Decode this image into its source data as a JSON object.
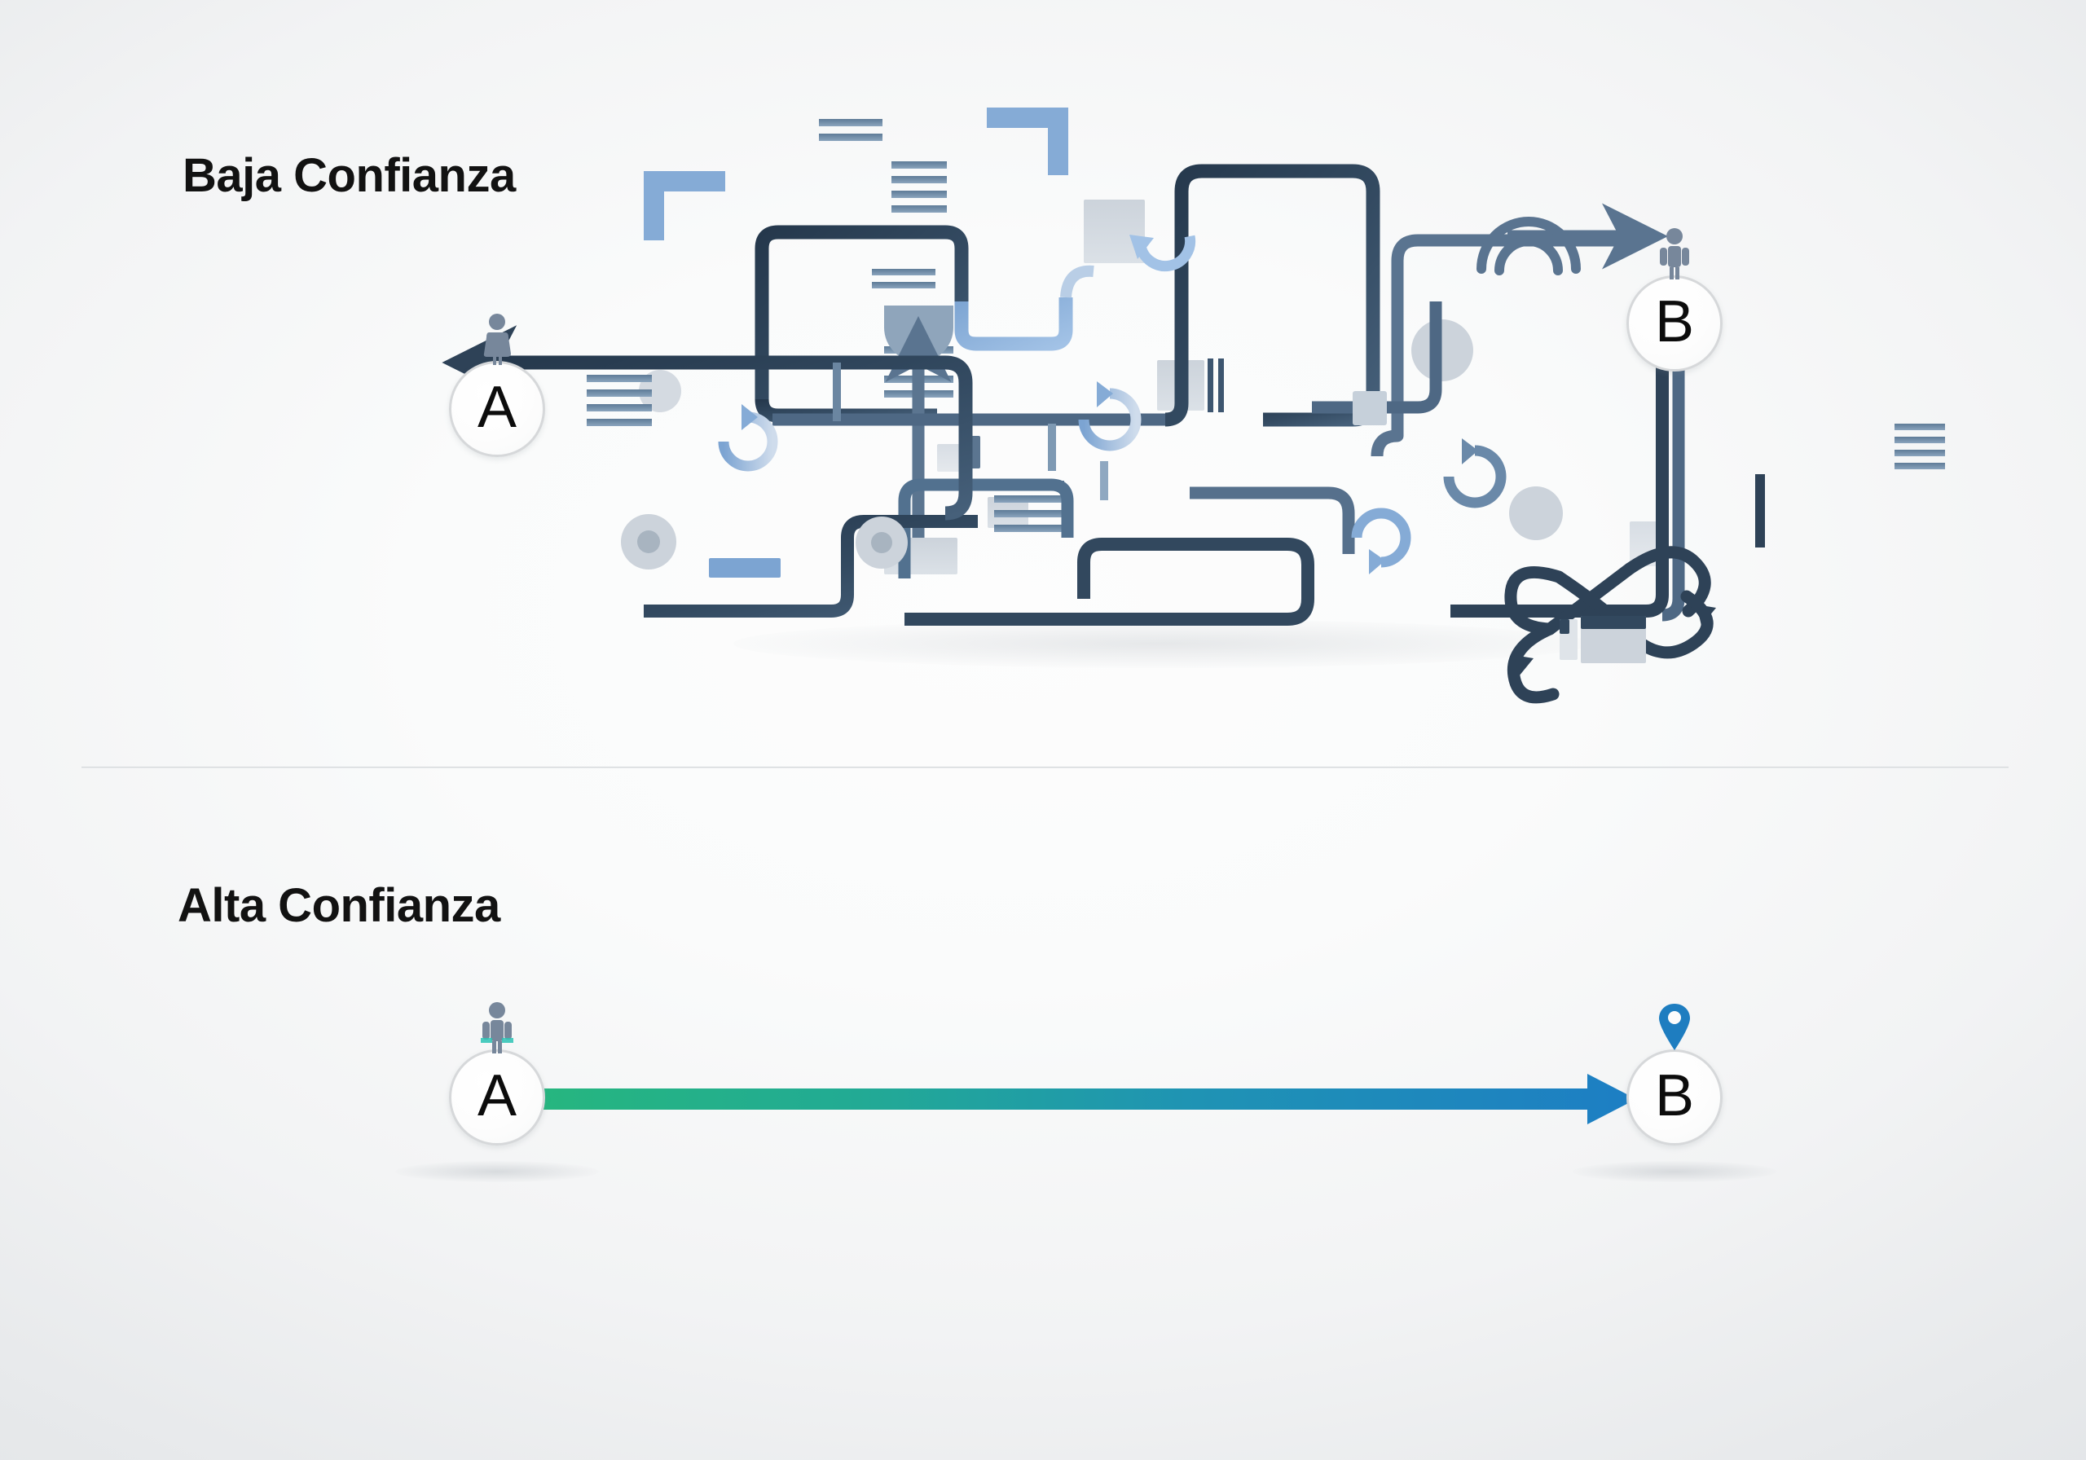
{
  "page": {
    "background_color": "#f2f3f4",
    "divider_color": "#d6d9dc"
  },
  "panels": [
    {
      "id": "low-confidence",
      "title": "Baja Confianza",
      "description": "Tangled maze of paths between node A and node B",
      "nodes": [
        {
          "id": "A",
          "label": "A",
          "icon": "person-female-icon",
          "icon_color": "#77879b"
        },
        {
          "id": "B",
          "label": "B",
          "icon": "person-male-icon",
          "icon_color": "#77879b"
        }
      ],
      "path_style": "tangled",
      "colors": {
        "path_dark": "#2e4257",
        "path_mid": "#5b7590",
        "path_light": "#85abd6",
        "shape_gray": "#ccd3da"
      }
    },
    {
      "id": "high-confidence",
      "title": "Alta Confianza",
      "description": "Single straight arrow from node A to node B",
      "nodes": [
        {
          "id": "A",
          "label": "A",
          "icon": "person-male-icon",
          "icon_color": "#77879b"
        },
        {
          "id": "B",
          "label": "B",
          "icon": "map-pin-icon",
          "icon_color": "#1e7dc0"
        }
      ],
      "path_style": "direct",
      "colors": {
        "gradient_start": "#26b67f",
        "gradient_mid": "#1fa3a8",
        "gradient_end": "#1d7ec4"
      }
    }
  ]
}
